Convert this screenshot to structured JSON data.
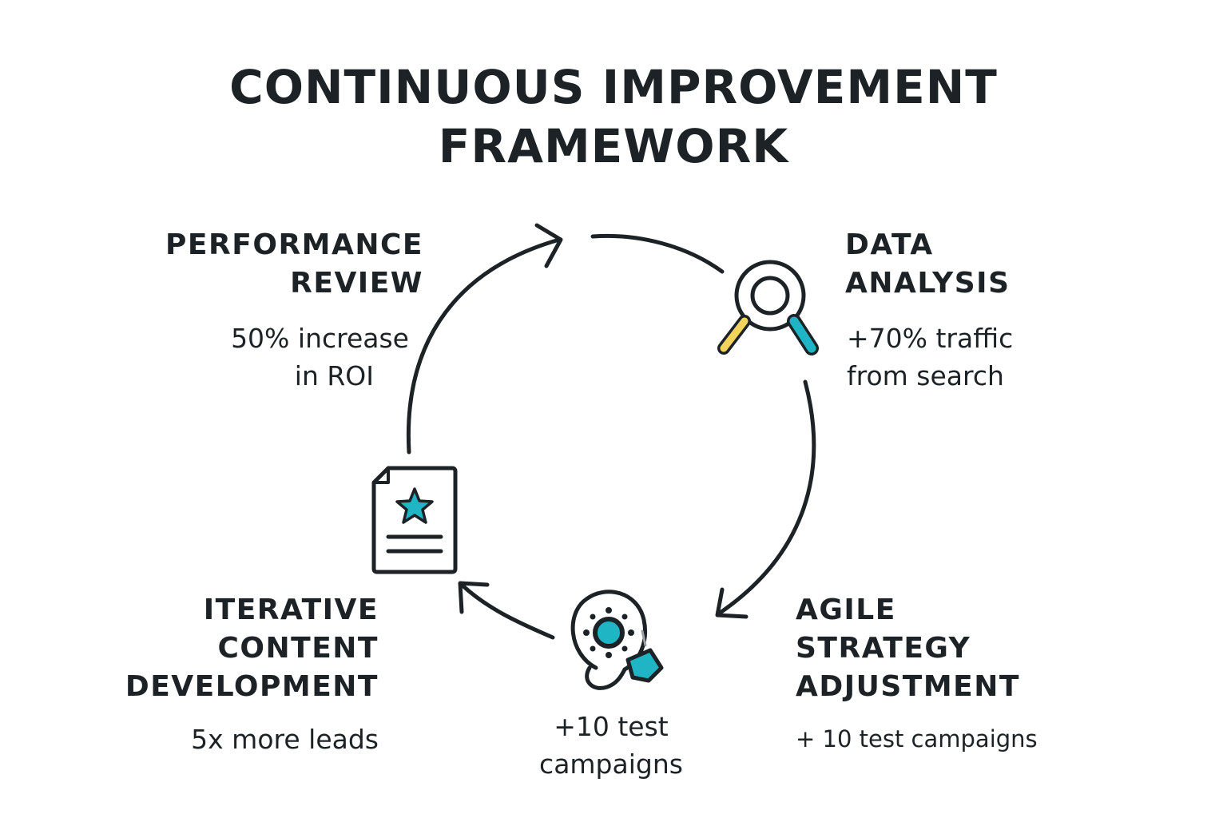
{
  "title": {
    "line1": "CONTINUOUS IMPROVEMENT",
    "line2": "FRAMEWORK"
  },
  "stages": {
    "performance_review": {
      "label_line1": "PERFORMANCE",
      "label_line2": "REVIEW",
      "stat_line1": "50% increase",
      "stat_line2": "in ROI",
      "icon": "arrowhead-icon"
    },
    "data_analysis": {
      "label_line1": "DATA",
      "label_line2": "ANALYSIS",
      "stat_line1": "+70% traffic",
      "stat_line2": "from search",
      "icon": "magnifier-icon"
    },
    "agile_strategy": {
      "label_line1": "AGILE",
      "label_line2": "STRATEGY",
      "label_line3": "ADJUSTMENT",
      "stat": "+ 10 test campaigns"
    },
    "test_node": {
      "stat_line1": "+10 test",
      "stat_line2": "campaigns",
      "icon": "target-gear-icon"
    },
    "iterative_content": {
      "label_line1": "ITERATIVE",
      "label_line2": "CONTENT",
      "label_line3": "DEVELOPMENT",
      "stat": "5x more leads",
      "icon": "document-star-icon"
    }
  },
  "colors": {
    "ink": "#1c2226",
    "teal": "#1fb5c4",
    "yellow": "#f2d35b",
    "background": "#ffffff"
  }
}
